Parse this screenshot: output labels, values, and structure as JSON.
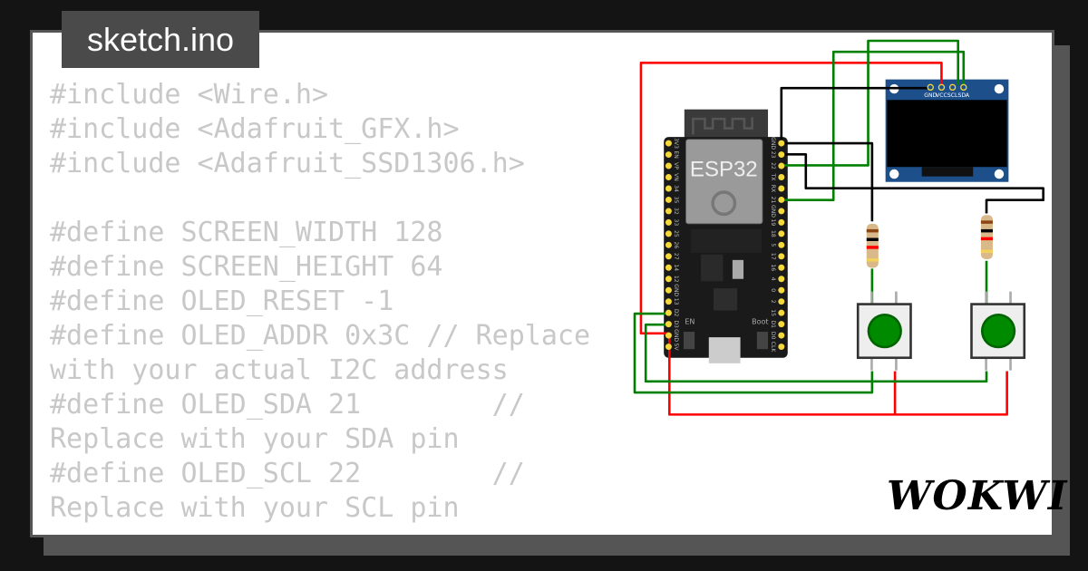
{
  "tab": {
    "title": "sketch.ino"
  },
  "code_lines": [
    "#include <Wire.h>",
    "#include <Adafruit_GFX.h>",
    "#include <Adafruit_SSD1306.h>",
    "",
    "#define SCREEN_WIDTH 128",
    "#define SCREEN_HEIGHT 64",
    "#define OLED_RESET -1",
    "#define OLED_ADDR 0x3C // Replace with your actual I2C address",
    "#define OLED_SDA 21        // Replace with your SDA pin",
    "#define OLED_SCL 22        // Replace with your SCL pin"
  ],
  "esp32": {
    "label": "ESP32",
    "left_pins": [
      "3V3",
      "EN",
      "VP",
      "VN",
      "34",
      "35",
      "32",
      "33",
      "25",
      "26",
      "27",
      "14",
      "12",
      "GND",
      "13",
      "D2",
      "D3",
      "GND",
      "5V"
    ],
    "right_pins": [
      "GND",
      "23",
      "22",
      "TX",
      "RX",
      "21",
      "GND",
      "19",
      "18",
      "5",
      "17",
      "16",
      "4",
      "0",
      "2",
      "15",
      "D1",
      "D0",
      "CLK"
    ],
    "en_label": "EN",
    "boot_label": "Boot"
  },
  "oled": {
    "pins": [
      "GND",
      "VCC",
      "SCL",
      "SDA"
    ]
  },
  "logo": "WOKWI",
  "colors": {
    "wire_red": "#ff0000",
    "wire_green": "#008000",
    "wire_black": "#000000",
    "oled_blue": "#1d4f8a",
    "pin_yellow": "#f5d93a"
  }
}
